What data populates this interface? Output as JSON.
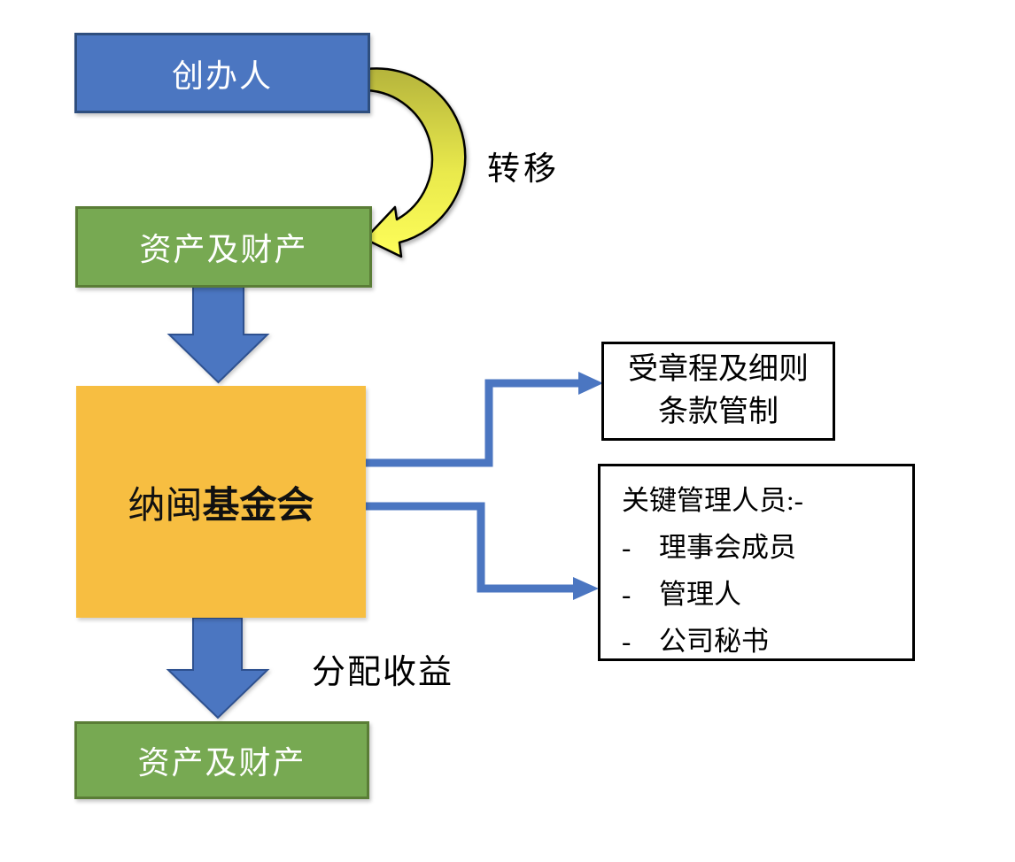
{
  "diagram": {
    "nodes": {
      "founder": {
        "label": "创办人"
      },
      "assets_top": {
        "label": "资产及财产"
      },
      "foundation": {
        "label_part1": "纳闽",
        "label_part2": "基金会"
      },
      "governance": {
        "line1": "受章程及细则",
        "line2": "条款管制"
      },
      "key_personnel": {
        "title": "关键管理人员:-",
        "bullet": "-",
        "items": [
          "理事会成员",
          "管理人",
          "公司秘书"
        ]
      },
      "assets_bottom": {
        "label": "资产及财产"
      }
    },
    "edge_labels": {
      "transfer": "转移",
      "distribution": "分配收益"
    },
    "colors": {
      "node_blue": "#4B76C1",
      "node_blue_border": "#2E4E7E",
      "node_green": "#77A952",
      "node_green_border": "#5A7D36",
      "node_orange": "#F7BE41",
      "white_box_border": "#000000",
      "arrow_blue": "#4B76C1",
      "arrow_blue_border": "#2E5190",
      "curve_yellow_top": "#B5B43C",
      "curve_yellow_bottom": "#FEFE5A",
      "curve_outline": "#000000"
    }
  }
}
